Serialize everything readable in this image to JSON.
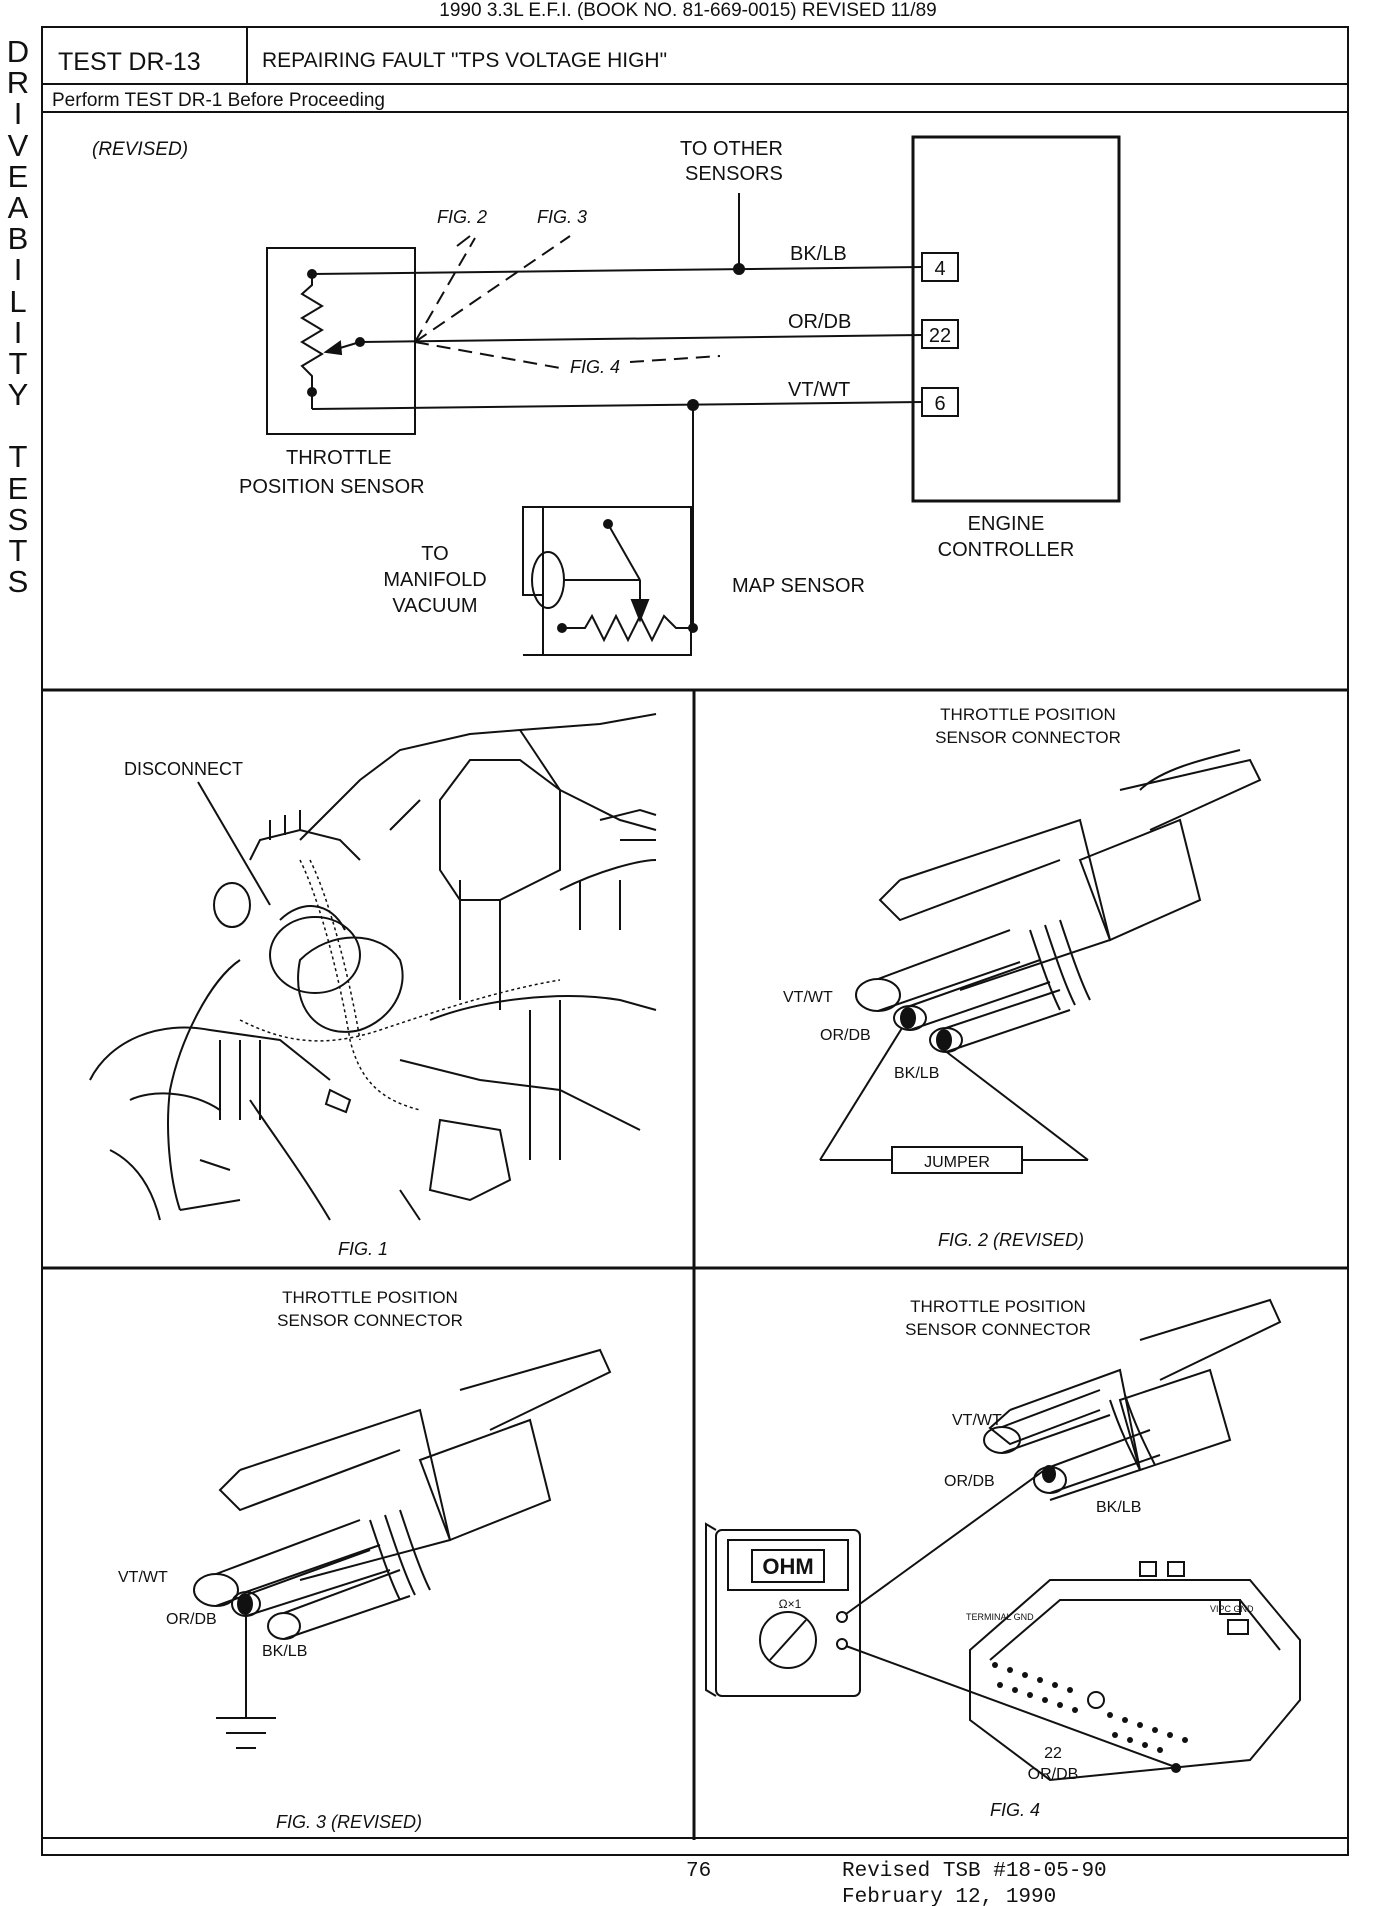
{
  "header": {
    "text": "1990 3.3L E.F.I.   (BOOK NO. 81-669-0015)   REVISED 11/89"
  },
  "side_title": {
    "word1": [
      "D",
      "R",
      "I",
      "V",
      "E",
      "A",
      "B",
      "I",
      "L",
      "I",
      "T",
      "Y"
    ],
    "word2": [
      "T",
      "E",
      "S",
      "T",
      "S"
    ]
  },
  "test_box": {
    "test_id": "TEST DR-13",
    "title": "REPAIRING FAULT \"TPS VOLTAGE HIGH\"",
    "instruction": "Perform TEST DR-1 Before Proceeding"
  },
  "schematic": {
    "revised_note": "(REVISED)",
    "to_other_sensors": [
      "TO OTHER",
      "SENSORS"
    ],
    "fig_refs": {
      "fig2": "FIG. 2",
      "fig3": "FIG. 3",
      "fig4": "FIG. 4"
    },
    "wires": [
      {
        "color": "BK/LB",
        "pin": "4"
      },
      {
        "color": "OR/DB",
        "pin": "22"
      },
      {
        "color": "VT/WT",
        "pin": "6"
      }
    ],
    "tps_label": [
      "THROTTLE",
      "POSITION SENSOR"
    ],
    "engine_controller_label": [
      "ENGINE",
      "CONTROLLER"
    ],
    "manifold_label": [
      "TO",
      "MANIFOLD",
      "VACUUM"
    ],
    "map_sensor_label": "MAP SENSOR"
  },
  "fig1": {
    "callout": "DISCONNECT",
    "caption": "FIG. 1"
  },
  "fig2": {
    "title": [
      "THROTTLE POSITION",
      "SENSOR CONNECTOR"
    ],
    "wire_labels": [
      "VT/WT",
      "OR/DB",
      "BK/LB"
    ],
    "jumper": "JUMPER",
    "caption": "FIG. 2  (REVISED)"
  },
  "fig3": {
    "title": [
      "THROTTLE POSITION",
      "SENSOR CONNECTOR"
    ],
    "wire_labels": [
      "VT/WT",
      "OR/DB",
      "BK/LB"
    ],
    "caption": "FIG. 3  (REVISED)"
  },
  "fig4": {
    "title": [
      "THROTTLE POSITION",
      "SENSOR CONNECTOR"
    ],
    "wire_labels": [
      "VT/WT",
      "OR/DB",
      "BK/LB"
    ],
    "meter_display": "OHM",
    "meter_range": "Ω×1",
    "connector_labels": [
      "TERMINAL GND",
      "VIPC GND"
    ],
    "pin_label": [
      "22",
      "OR/DB"
    ],
    "caption": "FIG. 4"
  },
  "footer": {
    "page_number": "76",
    "revision": "Revised TSB #18-05-90",
    "date": "February 12, 1990"
  }
}
